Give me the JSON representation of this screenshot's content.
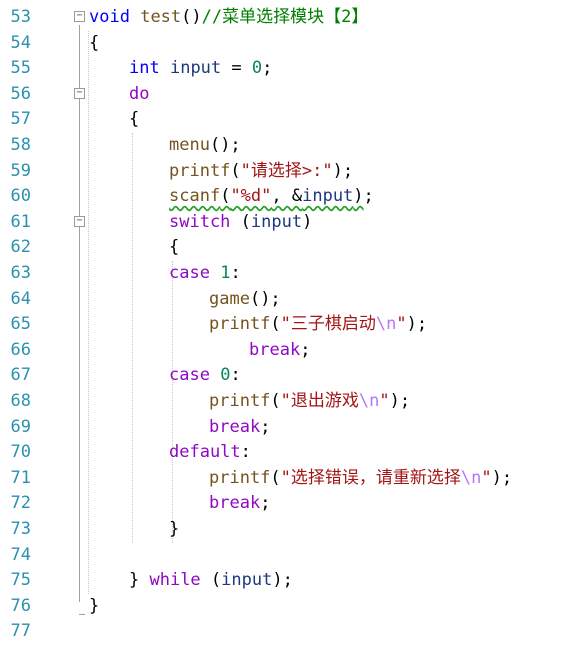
{
  "editor": {
    "lines": [
      {
        "n": "53",
        "indent": 0,
        "fold": "−",
        "tokens": [
          {
            "t": "void",
            "c": "kw"
          },
          {
            "t": " "
          },
          {
            "t": "test",
            "c": "fn"
          },
          {
            "t": "()"
          },
          {
            "t": "//菜单选择模块【2】",
            "c": "cmt"
          }
        ]
      },
      {
        "n": "54",
        "indent": 0,
        "tokens": [
          {
            "t": "{"
          }
        ]
      },
      {
        "n": "55",
        "indent": 1,
        "tokens": [
          {
            "t": "int",
            "c": "kw"
          },
          {
            "t": " "
          },
          {
            "t": "input",
            "c": "var"
          },
          {
            "t": " = "
          },
          {
            "t": "0",
            "c": "num"
          },
          {
            "t": ";"
          }
        ]
      },
      {
        "n": "56",
        "indent": 1,
        "fold": "−",
        "tokens": [
          {
            "t": "do",
            "c": "ctl"
          }
        ]
      },
      {
        "n": "57",
        "indent": 1,
        "tokens": [
          {
            "t": "{"
          }
        ]
      },
      {
        "n": "58",
        "indent": 2,
        "tokens": [
          {
            "t": "menu",
            "c": "fn"
          },
          {
            "t": "();"
          }
        ]
      },
      {
        "n": "59",
        "indent": 2,
        "tokens": [
          {
            "t": "printf",
            "c": "fn"
          },
          {
            "t": "("
          },
          {
            "t": "\"请选择>:\"",
            "c": "str"
          },
          {
            "t": ");"
          }
        ]
      },
      {
        "n": "60",
        "indent": 2,
        "tokens": [
          {
            "t": "scanf",
            "c": "fn",
            "sq": true
          },
          {
            "t": "(",
            "sq": true
          },
          {
            "t": "\"%d\"",
            "c": "str",
            "sq": true
          },
          {
            "t": ", &",
            "sq": true
          },
          {
            "t": "input",
            "c": "var",
            "sq": true
          },
          {
            "t": ")",
            "sq": true
          },
          {
            "t": ";"
          }
        ]
      },
      {
        "n": "61",
        "indent": 2,
        "fold": "−",
        "tokens": [
          {
            "t": "switch",
            "c": "ctl"
          },
          {
            "t": " ("
          },
          {
            "t": "input",
            "c": "var"
          },
          {
            "t": ")"
          }
        ]
      },
      {
        "n": "62",
        "indent": 2,
        "tokens": [
          {
            "t": "{"
          }
        ]
      },
      {
        "n": "63",
        "indent": 2,
        "tokens": [
          {
            "t": "case",
            "c": "ctl"
          },
          {
            "t": " "
          },
          {
            "t": "1",
            "c": "num"
          },
          {
            "t": ":"
          }
        ]
      },
      {
        "n": "64",
        "indent": 3,
        "tokens": [
          {
            "t": "game",
            "c": "fn"
          },
          {
            "t": "();"
          }
        ]
      },
      {
        "n": "65",
        "indent": 3,
        "tokens": [
          {
            "t": "printf",
            "c": "fn"
          },
          {
            "t": "("
          },
          {
            "t": "\"三子棋启动",
            "c": "str"
          },
          {
            "t": "\\n",
            "c": "esc"
          },
          {
            "t": "\"",
            "c": "str"
          },
          {
            "t": ");"
          }
        ]
      },
      {
        "n": "66",
        "indent": 4,
        "tokens": [
          {
            "t": "break",
            "c": "ctl"
          },
          {
            "t": ";"
          }
        ]
      },
      {
        "n": "67",
        "indent": 2,
        "tokens": [
          {
            "t": "case",
            "c": "ctl"
          },
          {
            "t": " "
          },
          {
            "t": "0",
            "c": "num"
          },
          {
            "t": ":"
          }
        ]
      },
      {
        "n": "68",
        "indent": 3,
        "tokens": [
          {
            "t": "printf",
            "c": "fn"
          },
          {
            "t": "("
          },
          {
            "t": "\"退出游戏",
            "c": "str"
          },
          {
            "t": "\\n",
            "c": "esc"
          },
          {
            "t": "\"",
            "c": "str"
          },
          {
            "t": ");"
          }
        ]
      },
      {
        "n": "69",
        "indent": 3,
        "tokens": [
          {
            "t": "break",
            "c": "ctl"
          },
          {
            "t": ";"
          }
        ]
      },
      {
        "n": "70",
        "indent": 2,
        "tokens": [
          {
            "t": "default",
            "c": "ctl"
          },
          {
            "t": ":"
          }
        ]
      },
      {
        "n": "71",
        "indent": 3,
        "tokens": [
          {
            "t": "printf",
            "c": "fn"
          },
          {
            "t": "("
          },
          {
            "t": "\"选择错误，请重新选择",
            "c": "str"
          },
          {
            "t": "\\n",
            "c": "esc"
          },
          {
            "t": "\"",
            "c": "str"
          },
          {
            "t": ");"
          }
        ]
      },
      {
        "n": "72",
        "indent": 3,
        "tokens": [
          {
            "t": "break",
            "c": "ctl"
          },
          {
            "t": ";"
          }
        ]
      },
      {
        "n": "73",
        "indent": 2,
        "tokens": [
          {
            "t": "}"
          }
        ]
      },
      {
        "n": "74",
        "indent": 0,
        "tokens": []
      },
      {
        "n": "75",
        "indent": 1,
        "tokens": [
          {
            "t": "} "
          },
          {
            "t": "while",
            "c": "ctl"
          },
          {
            "t": " ("
          },
          {
            "t": "input",
            "c": "var"
          },
          {
            "t": ");"
          }
        ]
      },
      {
        "n": "76",
        "indent": 0,
        "tokens": [
          {
            "t": "}"
          }
        ]
      },
      {
        "n": "77",
        "indent": 0,
        "tokens": []
      }
    ]
  }
}
